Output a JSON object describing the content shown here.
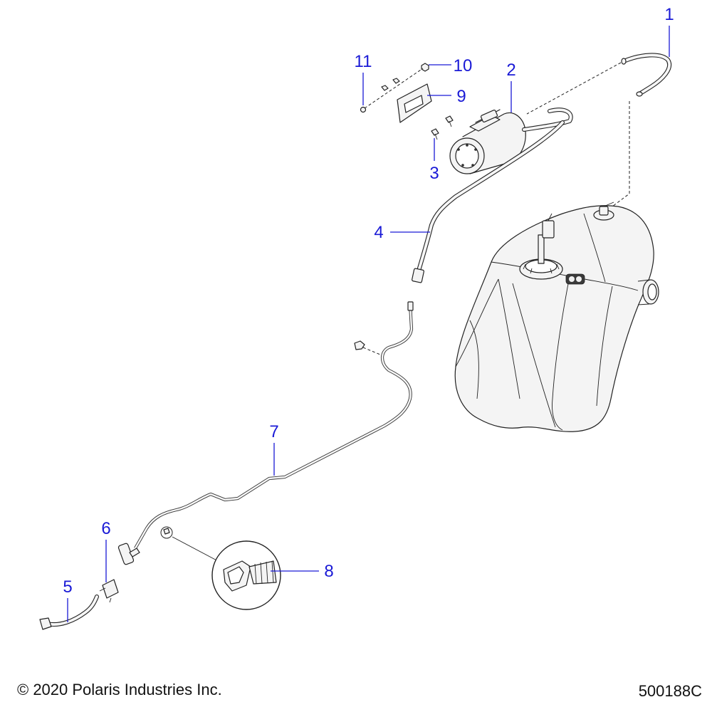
{
  "callouts": [
    {
      "id": "1",
      "label": "1"
    },
    {
      "id": "2",
      "label": "2"
    },
    {
      "id": "3",
      "label": "3"
    },
    {
      "id": "4",
      "label": "4"
    },
    {
      "id": "5",
      "label": "5"
    },
    {
      "id": "6",
      "label": "6"
    },
    {
      "id": "7",
      "label": "7"
    },
    {
      "id": "8",
      "label": "8"
    },
    {
      "id": "9",
      "label": "9"
    },
    {
      "id": "10",
      "label": "10"
    },
    {
      "id": "11",
      "label": "11"
    }
  ],
  "footer": {
    "copyright": "© 2020 Polaris Industries Inc.",
    "reference": "500188C"
  },
  "colors": {
    "callout": "#1a1ad6",
    "linework": "#222222",
    "background": "#ffffff"
  }
}
